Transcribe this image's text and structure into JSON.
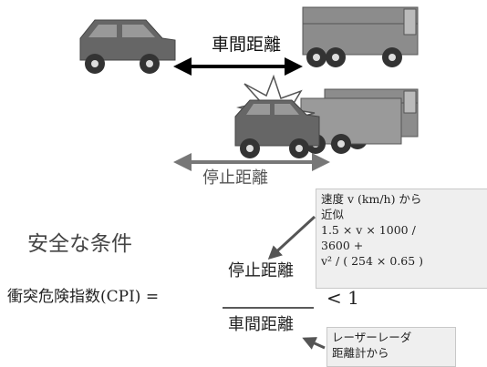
{
  "labels": {
    "following_distance": "車間距離",
    "stopping_distance": "停止距離",
    "safe_condition": "安全な条件"
  },
  "formula": {
    "lhs": "衝突危険指数(CPI) =",
    "numerator": "停止距離",
    "denominator": "車間距離",
    "comparison": "< 1"
  },
  "approximation_box": {
    "line1": "速度 v (km/h) から",
    "line2": "近似",
    "line3": "1.5 × v × 1000 /",
    "line4": "3600 +",
    "line5": "v² / ( 254 × 0.65 )"
  },
  "sensor_box": {
    "line1": "レーザーレーダ",
    "line2": "距離計から"
  },
  "colors": {
    "car_body": "#666666",
    "truck_body": "#8c8c8c",
    "crash_star": "#ffffff",
    "arrow_black": "#000000",
    "arrow_gray": "#777777",
    "box_bg": "#efefef"
  },
  "icons": [
    "car-icon",
    "truck-icon",
    "crash-burst-icon"
  ]
}
